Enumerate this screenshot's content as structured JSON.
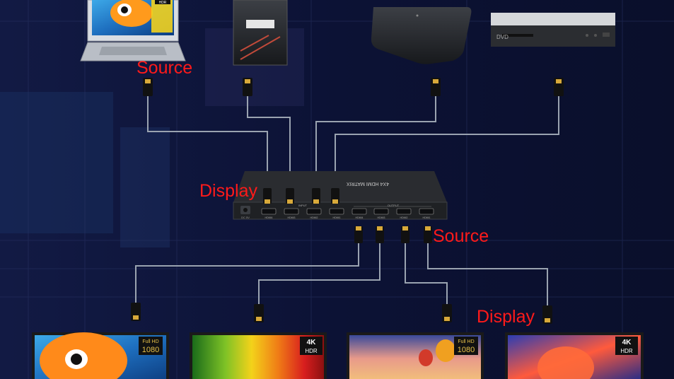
{
  "labels": {
    "source_top": "Source",
    "display_mid": "Display",
    "source_right": "Source",
    "display_bottom": "Display"
  },
  "devices": {
    "laptop_badge": "HDR",
    "dvd_label": "DVD"
  },
  "matrix": {
    "title": "4X4 HDMI MATRIX",
    "power_label": "DC 5V",
    "input_group": "INPUT",
    "output_group": "OUTPUT",
    "inputs": [
      "HDMI4",
      "HDMI3",
      "HDMI2",
      "HDMI1"
    ],
    "outputs": [
      "HDMI4",
      "HDMI3",
      "HDMI2",
      "HDMI1"
    ]
  },
  "displays": [
    {
      "badge_top": "Full HD",
      "badge_bottom": "1080"
    },
    {
      "badge_top": "4K",
      "badge_bottom": "HDR"
    },
    {
      "badge_top": "Full HD",
      "badge_bottom": "1080"
    },
    {
      "badge_top": "4K",
      "badge_bottom": "HDR"
    }
  ],
  "colors": {
    "label_red": "#ff1a1a",
    "cable": "#9aa3b0",
    "connector_gold": "#d8a93a",
    "background_dark": "#0b1030"
  }
}
